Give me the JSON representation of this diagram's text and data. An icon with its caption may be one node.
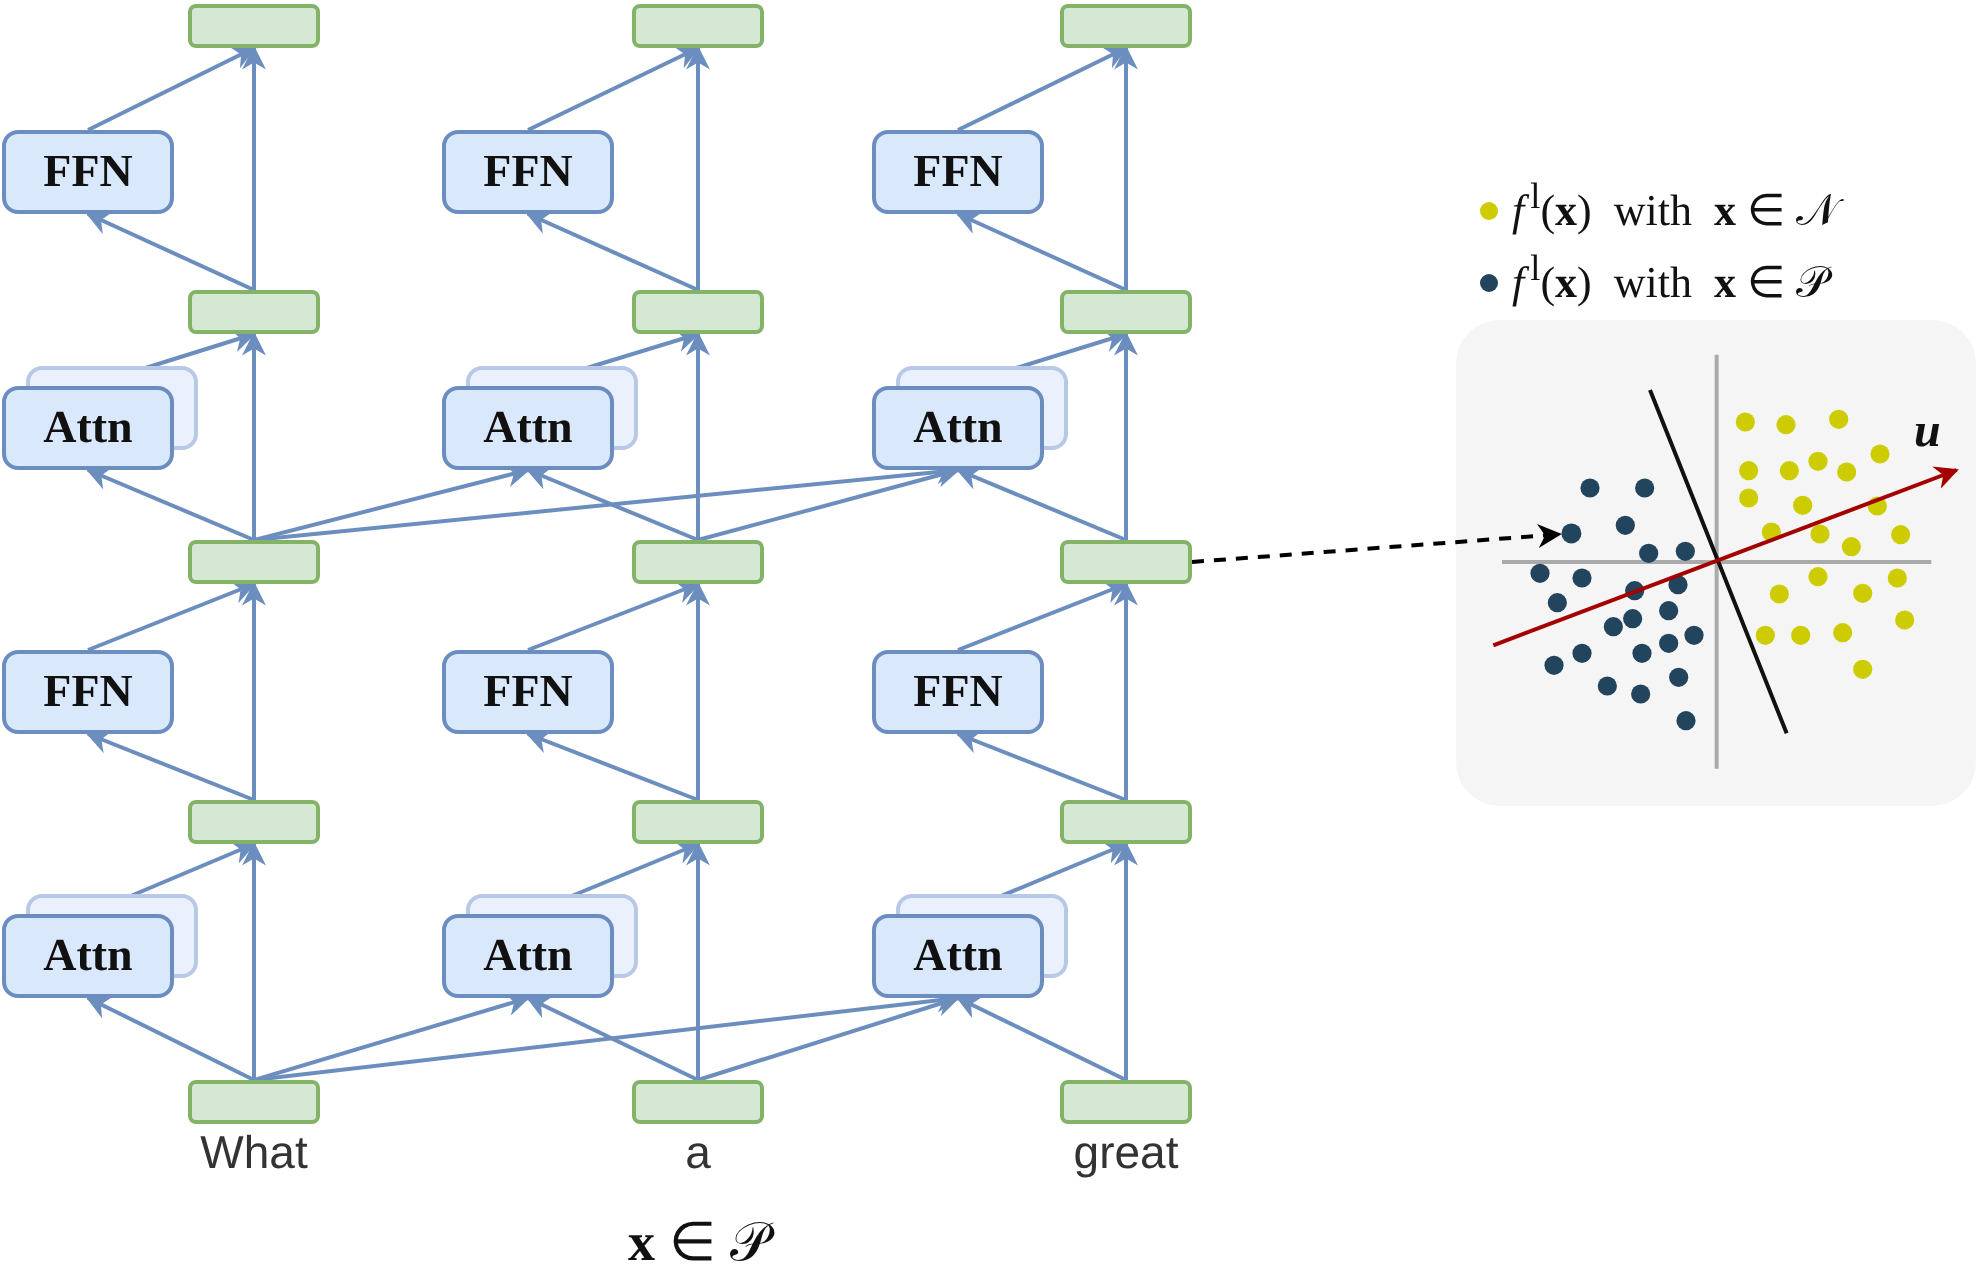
{
  "diagram": {
    "nodes": [
      {
        "text": [],
        "shape": "box"
      },
      {
        "text": [],
        "shape": "box"
      },
      {
        "text": [],
        "shape": "box"
      },
      {
        "text": [
          "FFN"
        ]
      },
      {
        "text": [
          "FFN"
        ]
      },
      {
        "text": [
          "FFN"
        ]
      },
      {
        "text": [],
        "shape": "box"
      },
      {
        "text": [],
        "shape": "box"
      },
      {
        "text": [],
        "shape": "box"
      },
      {
        "text": [
          "Attn"
        ]
      },
      {
        "text": [
          "Attn"
        ]
      },
      {
        "text": [
          "Attn"
        ]
      },
      {
        "text": [],
        "shape": "box"
      },
      {
        "text": [],
        "shape": "box"
      },
      {
        "text": [],
        "shape": "box"
      },
      {
        "text": [
          "FFN"
        ]
      },
      {
        "text": [
          "FFN"
        ]
      },
      {
        "text": [
          "FFN"
        ]
      },
      {
        "text": [],
        "shape": "box"
      },
      {
        "text": [],
        "shape": "box"
      },
      {
        "text": [],
        "shape": "box"
      },
      {
        "text": [
          "Attn"
        ]
      },
      {
        "text": [
          "Attn"
        ]
      },
      {
        "text": [
          "Attn"
        ]
      },
      {
        "text": [],
        "shape": "box",
        "beside": [
          "What"
        ]
      },
      {
        "text": [],
        "shape": "box",
        "beside": [
          "a"
        ]
      },
      {
        "text": [],
        "shape": "box",
        "beside": [
          "great"
        ]
      },
      {
        "text": [],
        "shape": "circle"
      }
    ],
    "edges": [
      {
        "from": 24,
        "to": 21,
        "arrow": "to"
      },
      {
        "from": 24,
        "to": 22,
        "arrow": "to"
      },
      {
        "from": 24,
        "to": 23,
        "arrow": "to"
      },
      {
        "from": 25,
        "to": 22,
        "arrow": "to"
      },
      {
        "from": 25,
        "to": 23,
        "arrow": "to"
      },
      {
        "from": 26,
        "to": 23,
        "arrow": "to"
      },
      {
        "from": 21,
        "to": 18,
        "arrow": "to"
      },
      {
        "from": 22,
        "to": 19,
        "arrow": "to"
      },
      {
        "from": 23,
        "to": 20,
        "arrow": "to"
      },
      {
        "from": 24,
        "to": 18,
        "arrow": "to"
      },
      {
        "from": 25,
        "to": 19,
        "arrow": "to"
      },
      {
        "from": 26,
        "to": 20,
        "arrow": "to"
      },
      {
        "from": 18,
        "to": 15,
        "arrow": "to"
      },
      {
        "from": 19,
        "to": 16,
        "arrow": "to"
      },
      {
        "from": 20,
        "to": 17,
        "arrow": "to"
      },
      {
        "from": 15,
        "to": 12,
        "arrow": "to"
      },
      {
        "from": 16,
        "to": 13,
        "arrow": "to"
      },
      {
        "from": 17,
        "to": 14,
        "arrow": "to"
      },
      {
        "from": 18,
        "to": 12,
        "arrow": "to"
      },
      {
        "from": 19,
        "to": 13,
        "arrow": "to"
      },
      {
        "from": 20,
        "to": 14,
        "arrow": "to"
      },
      {
        "from": 12,
        "to": 9,
        "arrow": "to"
      },
      {
        "from": 12,
        "to": 10,
        "arrow": "to"
      },
      {
        "from": 12,
        "to": 11,
        "arrow": "to"
      },
      {
        "from": 13,
        "to": 10,
        "arrow": "to"
      },
      {
        "from": 13,
        "to": 11,
        "arrow": "to"
      },
      {
        "from": 14,
        "to": 11,
        "arrow": "to"
      },
      {
        "from": 9,
        "to": 6,
        "arrow": "to"
      },
      {
        "from": 10,
        "to": 7,
        "arrow": "to"
      },
      {
        "from": 11,
        "to": 8,
        "arrow": "to"
      },
      {
        "from": 12,
        "to": 6,
        "arrow": "to"
      },
      {
        "from": 13,
        "to": 7,
        "arrow": "to"
      },
      {
        "from": 14,
        "to": 8,
        "arrow": "to"
      },
      {
        "from": 6,
        "to": 3,
        "arrow": "to"
      },
      {
        "from": 7,
        "to": 4,
        "arrow": "to"
      },
      {
        "from": 8,
        "to": 5,
        "arrow": "to"
      },
      {
        "from": 3,
        "to": 0,
        "arrow": "to"
      },
      {
        "from": 4,
        "to": 1,
        "arrow": "to"
      },
      {
        "from": 5,
        "to": 2,
        "arrow": "to"
      },
      {
        "from": 6,
        "to": 0,
        "arrow": "to"
      },
      {
        "from": 7,
        "to": 1,
        "arrow": "to"
      },
      {
        "from": 8,
        "to": 2,
        "arrow": "to"
      },
      {
        "from": 14,
        "to": 27,
        "arrow": "to",
        "style": "dashed",
        "color": "#000000"
      }
    ],
    "labels": [
      "*u*",
      "**x** ∈ 𝒫"
    ],
    "legend": [
      {
        "text": "*f*$^{l}$(**x**)  with  **x** ∈ 𝒩",
        "color": "#cccc00"
      },
      {
        "text": "*f*$^{l}$(**x**)  with  **x** ∈ 𝒫",
        "color": "#23445d"
      }
    ]
  }
}
